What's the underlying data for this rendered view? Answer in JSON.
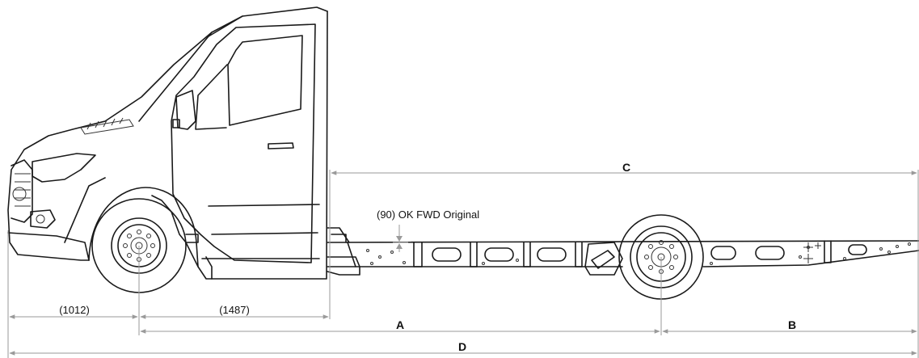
{
  "dimensions": {
    "front_overhang": "(1012)",
    "cab_to_axle": "(1487)",
    "wheelbase": "A",
    "rear_overhang": "B",
    "cab_to_end": "C",
    "overall_length": "D"
  },
  "annotation": {
    "frame_height": "(90) OK FWD Original"
  },
  "colors": {
    "line": "#1a1a1a",
    "dimension": "#9a9a9a"
  }
}
